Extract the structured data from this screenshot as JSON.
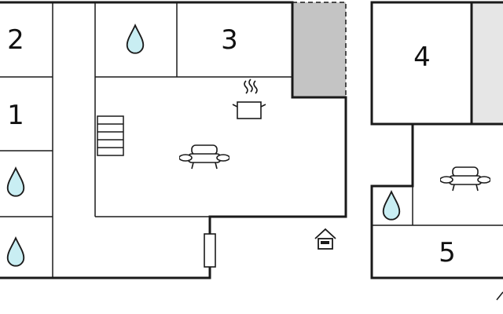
{
  "floorplan": {
    "left_building": {
      "rooms": [
        {
          "number": "2",
          "type": "bedroom"
        },
        {
          "number": "1",
          "type": "bedroom"
        },
        {
          "number": "3",
          "type": "bedroom"
        }
      ],
      "bathrooms": 3,
      "features": [
        "stairs-icon",
        "kitchen-pot-icon",
        "sofa-icon",
        "door-icon",
        "entrance-house-icon"
      ]
    },
    "right_building": {
      "rooms": [
        {
          "number": "4",
          "type": "bedroom"
        },
        {
          "number": "5",
          "type": "bedroom"
        }
      ],
      "bathrooms": 1,
      "features": [
        "sofa-icon"
      ]
    },
    "colors": {
      "wall": "#1a1a1a",
      "drop_fill": "#c9eef3",
      "outdoor_dark": "#c4c4c4",
      "outdoor_light": "#e6e6e6"
    }
  }
}
